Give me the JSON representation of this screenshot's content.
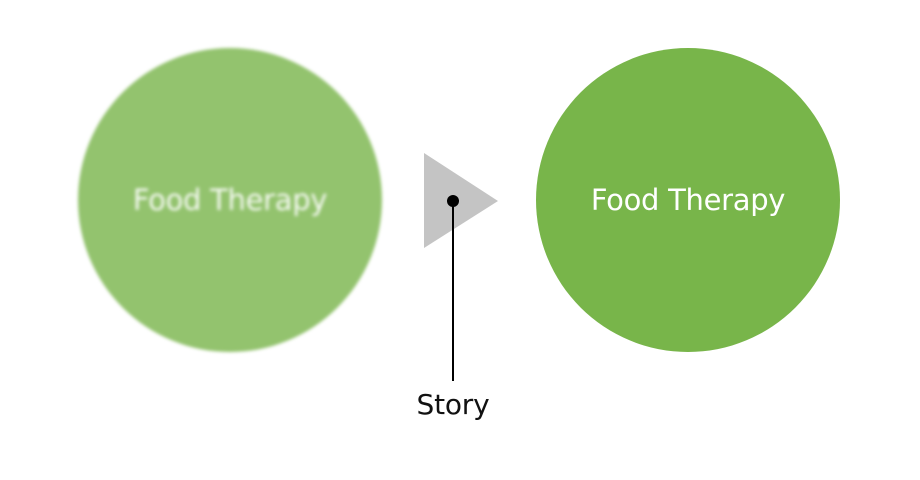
{
  "diagram": {
    "before": {
      "label": "Food Therapy",
      "color": "#93c36e"
    },
    "after": {
      "label": "Food Therapy",
      "color": "#78b54a"
    },
    "arrow": {
      "color": "#c4c4c4",
      "marker_color": "#000000"
    },
    "caption": "Story"
  }
}
